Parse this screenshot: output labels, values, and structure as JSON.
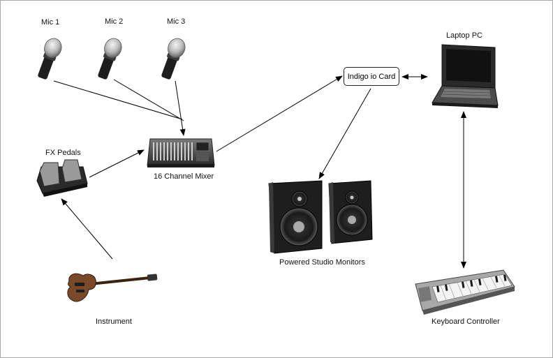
{
  "labels": {
    "mic1": "Mic 1",
    "mic2": "Mic 2",
    "mic3": "Mic 3",
    "mixer": "16 Channel Mixer",
    "fx_pedals": "FX Pedals",
    "instrument": "Instrument",
    "interface_card": "Indigo io Card",
    "monitors": "Powered Studio Monitors",
    "laptop": "Laptop PC",
    "keyboard": "Keyboard Controller"
  },
  "colors": {
    "line": "#000000",
    "device_dark": "#1e1e1e",
    "device_mid": "#4a4a4a",
    "device_light": "#9a9a9a",
    "guitar_body": "#7a4a28",
    "woofer_accent": "#c8c8c8"
  }
}
